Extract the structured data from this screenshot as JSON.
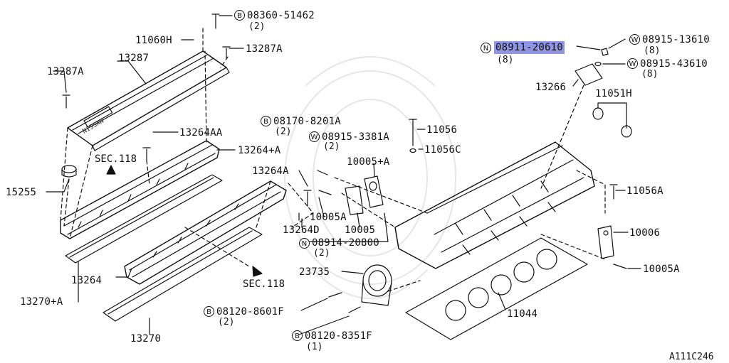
{
  "diagram_code": "A111C246",
  "callouts": {
    "c08360_51462": {
      "symbol": "B",
      "part": "08360-51462",
      "qty": "(2)"
    },
    "c11060H": {
      "part": "11060H"
    },
    "c13287A_top": {
      "part": "13287A"
    },
    "c13287": {
      "part": "13287"
    },
    "c13287A_left": {
      "part": "13287A"
    },
    "c13264AA": {
      "part": "13264AA"
    },
    "c13264pA": {
      "part": "13264+A"
    },
    "sec118_a": {
      "part": "SEC.118"
    },
    "c15255": {
      "part": "15255"
    },
    "c13264A": {
      "part": "13264A"
    },
    "c13264D": {
      "part": "13264D"
    },
    "c10005A_mid": {
      "part": "10005A"
    },
    "c10005": {
      "part": "10005"
    },
    "c10005pA": {
      "part": "10005+A"
    },
    "c08170_8201A": {
      "symbol": "B",
      "part": "08170-8201A",
      "qty": "(2)"
    },
    "c08915_3381A": {
      "symbol": "W",
      "part": "08915-3381A",
      "qty": "(2)"
    },
    "c08914_20800": {
      "symbol": "N",
      "part": "08914-20800",
      "qty": "(2)"
    },
    "c11056": {
      "part": "11056"
    },
    "c11056C": {
      "part": "11056C"
    },
    "c08911_20610": {
      "symbol": "N",
      "part": "08911-20610",
      "qty": "(8)"
    },
    "c08915_13610": {
      "symbol": "W",
      "part": "08915-13610",
      "qty": "(8)"
    },
    "c08915_43610": {
      "symbol": "W",
      "part": "08915-43610",
      "qty": "(8)"
    },
    "c13266": {
      "part": "13266"
    },
    "c11051H": {
      "part": "11051H"
    },
    "c11056A": {
      "part": "11056A"
    },
    "c10006": {
      "part": "10006"
    },
    "c10005A_right": {
      "part": "10005A"
    },
    "c11044": {
      "part": "11044"
    },
    "c23735": {
      "part": "23735"
    },
    "sec118_b": {
      "part": "SEC.118"
    },
    "c13264": {
      "part": "13264"
    },
    "c13270pA": {
      "part": "13270+A"
    },
    "c13270": {
      "part": "13270"
    },
    "c08120_8601F": {
      "symbol": "B",
      "part": "08120-8601F",
      "qty": "(2)"
    },
    "c08120_8351F": {
      "symbol": "B",
      "part": "08120-8351F",
      "qty": "(1)"
    }
  },
  "highlight_color": "#8f95e3"
}
